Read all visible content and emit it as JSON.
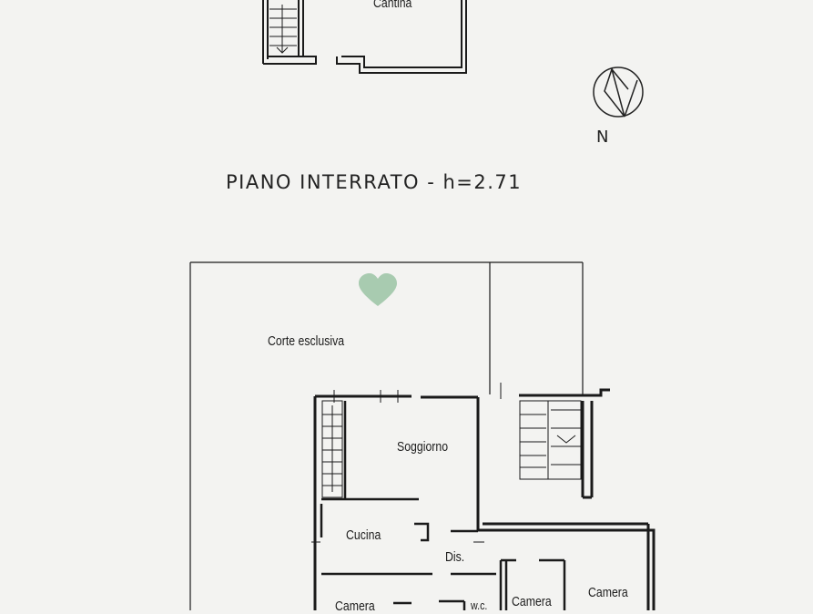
{
  "basement": {
    "room_label": "Cantina",
    "title": "PIANO INTERRATO - h=2.71"
  },
  "compass": {
    "label": "N"
  },
  "ground_floor": {
    "rooms": {
      "yard": "Corte esclusiva",
      "living": "Soggiorno",
      "kitchen": "Cucina",
      "hall": "Dis.",
      "bedroom_right": "Camera",
      "bedroom_mid": "Camera",
      "bedroom_left": "Camera",
      "bath": "w.c."
    }
  },
  "watermark": {
    "icon": "heart-icon",
    "color": "#a8cbb0"
  }
}
